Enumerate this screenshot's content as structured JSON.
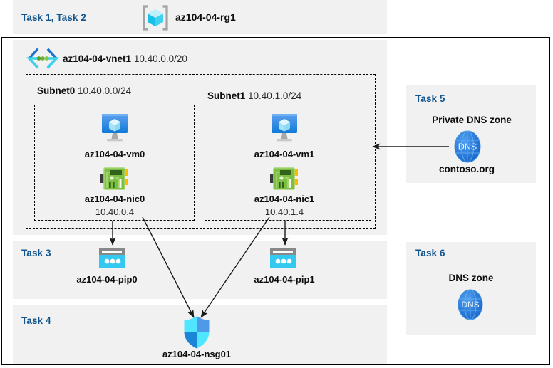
{
  "diagram": {
    "title_bar": {
      "task_label": "Task 1, Task 2",
      "resource_group_name": "az104-04-rg1",
      "icon": "resource-group-icon"
    },
    "vnet": {
      "name": "az104-04-vnet1",
      "address_space": "10.40.0.0/20",
      "icon": "virtual-network-icon"
    },
    "subnets": [
      {
        "name": "Subnet0",
        "address_prefix": "10.40.0.0/24",
        "vm": {
          "name": "az104-04-vm0",
          "icon": "virtual-machine-icon"
        },
        "nic": {
          "name": "az104-04-nic0",
          "ip": "10.40.0.4",
          "icon": "network-interface-icon"
        }
      },
      {
        "name": "Subnet1",
        "address_prefix": "10.40.1.0/24",
        "vm": {
          "name": "az104-04-vm1",
          "icon": "virtual-machine-icon"
        },
        "nic": {
          "name": "az104-04-nic1",
          "ip": "10.40.1.4",
          "icon": "network-interface-icon"
        }
      }
    ],
    "task3": {
      "task_label": "Task 3",
      "public_ips": [
        {
          "name": "az104-04-pip0",
          "icon": "public-ip-address-icon"
        },
        {
          "name": "az104-04-pip1",
          "icon": "public-ip-address-icon"
        }
      ]
    },
    "task4": {
      "task_label": "Task 4",
      "nsg": {
        "name": "az104-04-nsg01",
        "icon": "network-security-group-shield-icon"
      }
    },
    "task5": {
      "task_label": "Task 5",
      "heading": "Private DNS zone",
      "zone_name": "contoso.org",
      "icon": "dns-zone-globe-icon",
      "icon_text": "DNS"
    },
    "task6": {
      "task_label": "Task 6",
      "heading": "DNS zone",
      "icon": "dns-zone-globe-icon",
      "icon_text": "DNS"
    },
    "colors": {
      "task_label_blue": "#12558c",
      "panel_gray": "#f1f1f1",
      "azure_blue": "#0078d4",
      "cyan": "#32c8f0",
      "nic_green": "#6cb33f",
      "dns_blue": "#2e7cd6",
      "arrow_black": "#1a1a1a",
      "background": "#ffffff"
    }
  }
}
